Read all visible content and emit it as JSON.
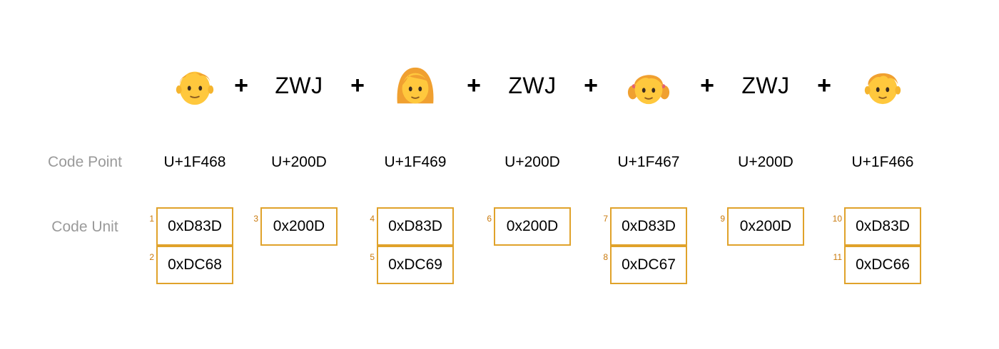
{
  "sequence": [
    {
      "kind": "emoji",
      "icon": "man-emoji"
    },
    {
      "kind": "operator",
      "text": "+"
    },
    {
      "kind": "joiner",
      "text": "ZWJ"
    },
    {
      "kind": "operator",
      "text": "+"
    },
    {
      "kind": "emoji",
      "icon": "woman-emoji"
    },
    {
      "kind": "operator",
      "text": "+"
    },
    {
      "kind": "joiner",
      "text": "ZWJ"
    },
    {
      "kind": "operator",
      "text": "+"
    },
    {
      "kind": "emoji",
      "icon": "girl-emoji"
    },
    {
      "kind": "operator",
      "text": "+"
    },
    {
      "kind": "joiner",
      "text": "ZWJ"
    },
    {
      "kind": "operator",
      "text": "+"
    },
    {
      "kind": "emoji",
      "icon": "boy-emoji"
    }
  ],
  "labels": {
    "code_point": "Code Point",
    "code_unit": "Code Unit"
  },
  "code_points": [
    "U+1F468",
    "U+200D",
    "U+1F469",
    "U+200D",
    "U+1F467",
    "U+200D",
    "U+1F466"
  ],
  "code_units": [
    {
      "index": "1",
      "value": "0xD83D"
    },
    {
      "index": "2",
      "value": "0xDC68"
    },
    {
      "index": "3",
      "value": "0x200D"
    },
    {
      "index": "4",
      "value": "0xD83D"
    },
    {
      "index": "5",
      "value": "0xDC69"
    },
    {
      "index": "6",
      "value": "0x200D"
    },
    {
      "index": "7",
      "value": "0xD83D"
    },
    {
      "index": "8",
      "value": "0xDC67"
    },
    {
      "index": "9",
      "value": "0x200D"
    },
    {
      "index": "10",
      "value": "0xD83D"
    },
    {
      "index": "11",
      "value": "0xDC66"
    }
  ],
  "colors": {
    "box_border": "#e0a22a",
    "index_text": "#c9790c",
    "label_text": "#9a9a9a",
    "emoji_face": "#ffc83d",
    "emoji_hair": "#f0a030"
  }
}
